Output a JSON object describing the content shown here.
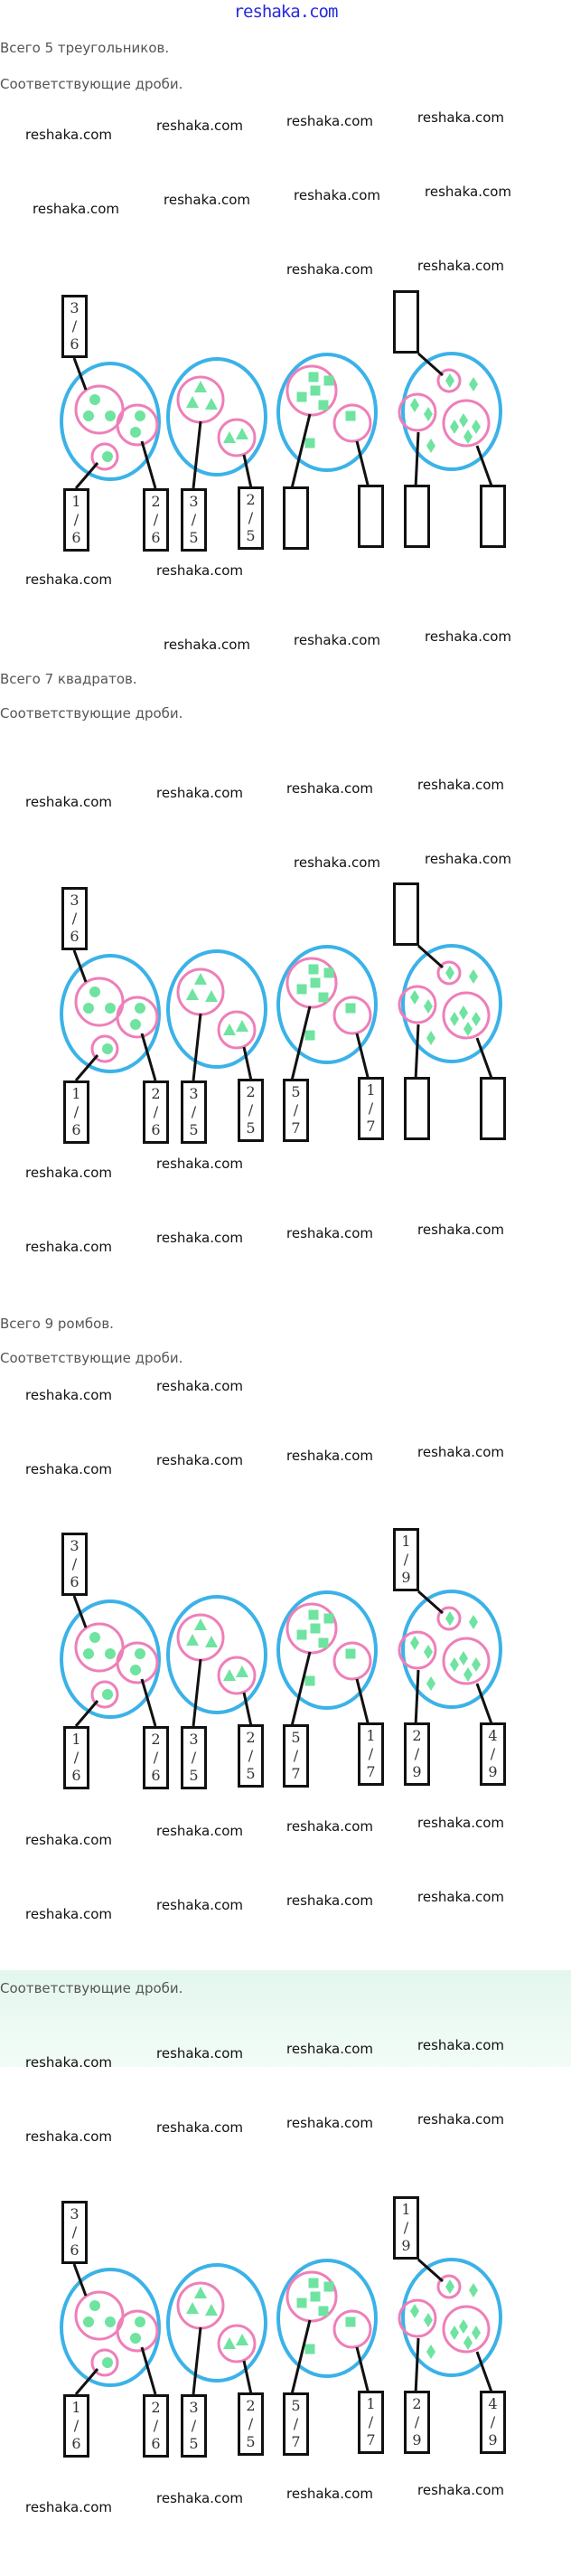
{
  "site_title": "reshaka.com",
  "watermark": "reshaka.com",
  "sections": [
    {
      "line1": "Всего 5 треугольников.",
      "line2": "Соответствующие дроби."
    },
    {
      "line1": "Всего 7 квадратов.",
      "line2": "Соответствующие дроби."
    },
    {
      "line1": "Всего 9 ромбов.",
      "line2": "Соответствующие дроби."
    },
    {
      "line1": "",
      "line2": "Соответствующие дроби."
    }
  ],
  "diagrams": [
    {
      "top_left": "3/6",
      "bl1": "1/6",
      "bl2": "2/6",
      "b2l": "3/5",
      "b2r": "2/5",
      "b3l": "",
      "b3r": "",
      "top_right": "",
      "b4l": "",
      "b4r": ""
    },
    {
      "top_left": "3/6",
      "bl1": "1/6",
      "bl2": "2/6",
      "b2l": "3/5",
      "b2r": "2/5",
      "b3l": "5/7",
      "b3r": "1/7",
      "top_right": "",
      "b4l": "",
      "b4r": ""
    },
    {
      "top_left": "3/6",
      "bl1": "1/6",
      "bl2": "2/6",
      "b2l": "3/5",
      "b2r": "2/5",
      "b3l": "5/7",
      "b3r": "1/7",
      "top_right": "1/9",
      "b4l": "2/9",
      "b4r": "4/9"
    },
    {
      "top_left": "3/6",
      "bl1": "1/6",
      "bl2": "2/6",
      "b2l": "3/5",
      "b2r": "2/5",
      "b3l": "5/7",
      "b3r": "1/7",
      "top_right": "1/9",
      "b4l": "2/9",
      "b4r": "4/9"
    }
  ],
  "colors": {
    "outer_circle": "#3bb2e8",
    "inner_circle": "#ee7fb8",
    "shape": "#6fe3a0",
    "title": "#2a2ae0"
  }
}
